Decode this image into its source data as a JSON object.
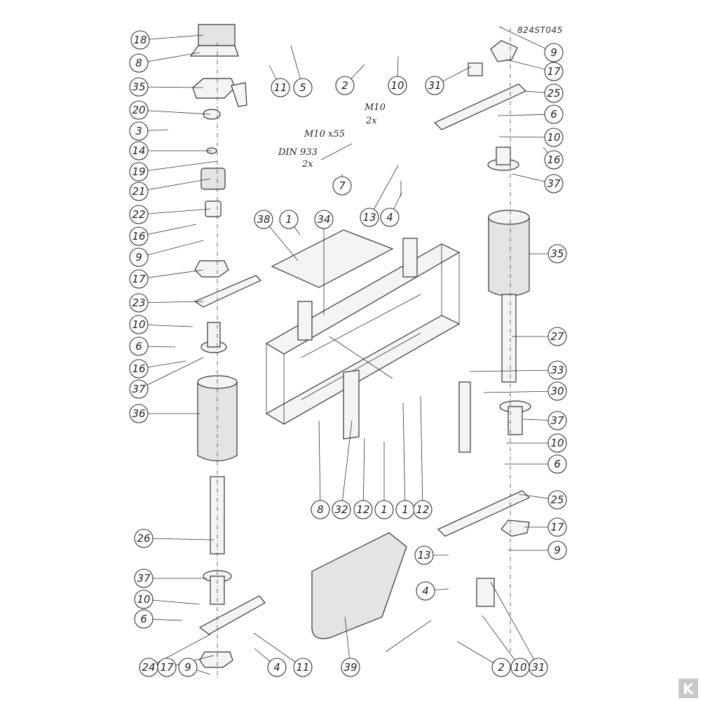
{
  "drawing_code": "824ST045",
  "annotations": {
    "m10x55": "M10 x55",
    "din933": "DIN 933",
    "din_qty": "2x",
    "m10": "M10",
    "m10_qty": "2x"
  },
  "callouts": {
    "left": [
      "18",
      "8",
      "35",
      "20",
      "3",
      "14",
      "19",
      "21",
      "22",
      "16",
      "9",
      "17",
      "23",
      "10",
      "6",
      "16",
      "37",
      "36",
      "26",
      "37",
      "10",
      "6",
      "24",
      "17",
      "9",
      "4",
      "11"
    ],
    "top": [
      "11",
      "5",
      "2",
      "10",
      "31"
    ],
    "right": [
      "9",
      "17",
      "25",
      "6",
      "10",
      "16",
      "37",
      "35",
      "27",
      "33",
      "30",
      "37",
      "10",
      "6",
      "25",
      "17",
      "9",
      "31",
      "10",
      "2"
    ],
    "center": [
      "38",
      "1",
      "34",
      "7",
      "13",
      "4",
      "8",
      "32",
      "12",
      "1",
      "1",
      "12",
      "13",
      "4",
      "39"
    ]
  },
  "logo": {
    "letter": "K",
    "color": "#9a9a9a"
  }
}
